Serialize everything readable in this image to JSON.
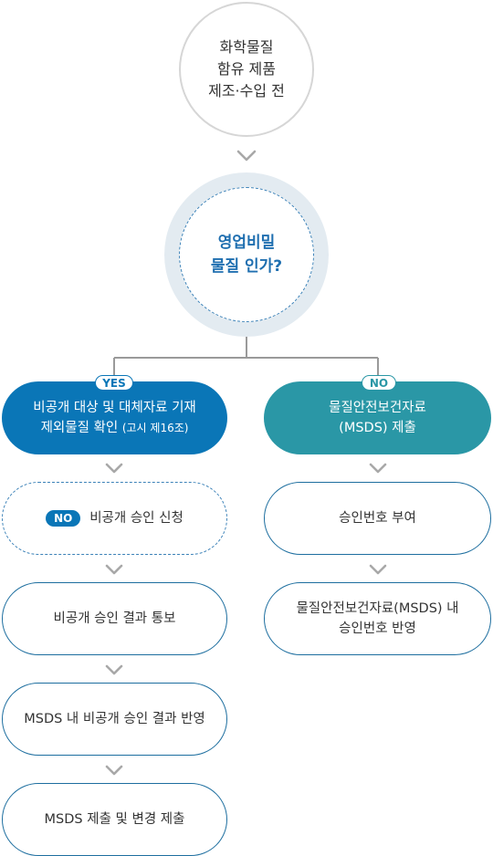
{
  "start_circle": {
    "line1": "화학물질",
    "line2": "함유 제품",
    "line3": "제조·수입 전"
  },
  "decision": {
    "line1": "영업비밀",
    "line2": "물질 인가?"
  },
  "left_branch": {
    "badge": "YES",
    "box1": {
      "line1": "비공개 대상 및 대체자료 기재",
      "line2_main": "제외물질 확인",
      "line2_small": "(고시 제16조)"
    },
    "box2": {
      "badge": "NO",
      "label": "비공개 승인 신청"
    },
    "box3": "비공개 승인 결과 통보",
    "box4": "MSDS 내 비공개 승인 결과 반영",
    "box5": "MSDS 제출  및 변경 제출"
  },
  "right_branch": {
    "badge": "NO",
    "box1": {
      "line1": "물질안전보건자료",
      "line2": "(MSDS) 제출"
    },
    "box2": "승인번호 부여",
    "box3": {
      "line1": "물질안전보건자료(MSDS) 내",
      "line2": "승인번호 반영"
    }
  },
  "colors": {
    "primary_blue": "#0a76b7",
    "teal": "#2a97a6",
    "outline_blue": "#1d6e9f",
    "chevron_gray": "#a8a8a8",
    "connector_gray": "#9a9a9a",
    "decision_halo": "#e3ebf1"
  }
}
